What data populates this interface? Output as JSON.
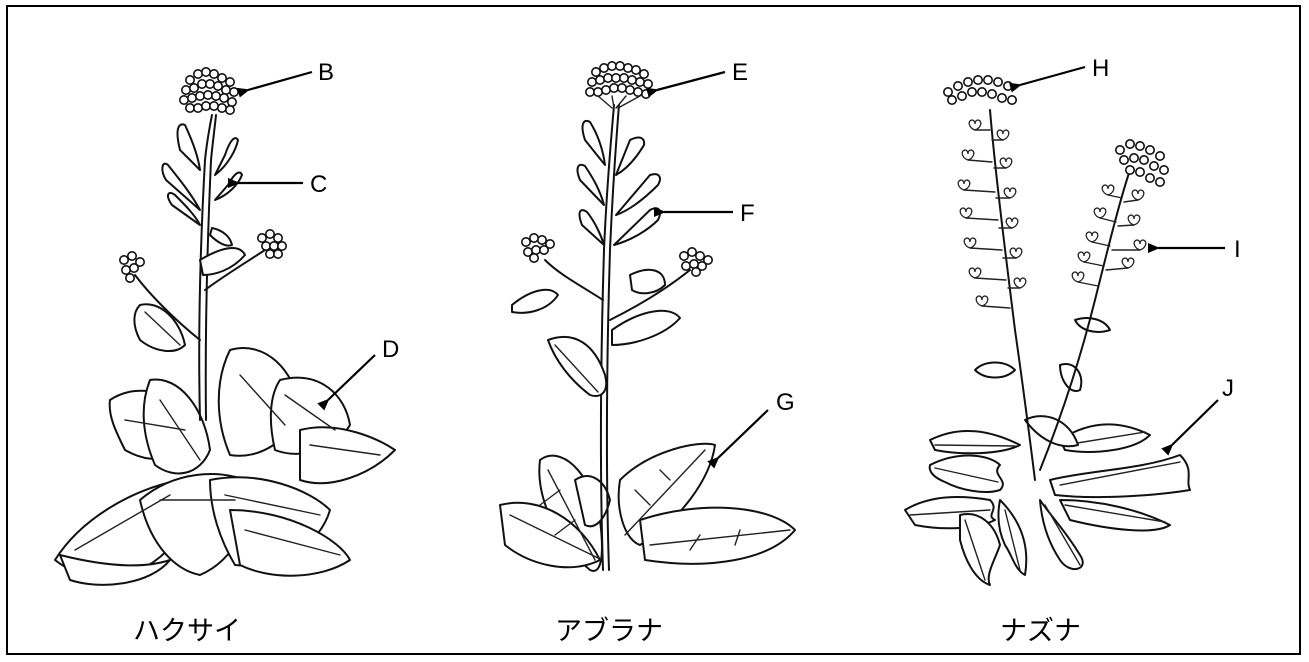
{
  "labels": {
    "B": "B",
    "C": "C",
    "D": "D",
    "E": "E",
    "F": "F",
    "G": "G",
    "H": "H",
    "I": "I",
    "J": "J"
  },
  "captions": {
    "plant1": "ハクサイ",
    "plant2": "アブラナ",
    "plant3": "ナズナ"
  }
}
